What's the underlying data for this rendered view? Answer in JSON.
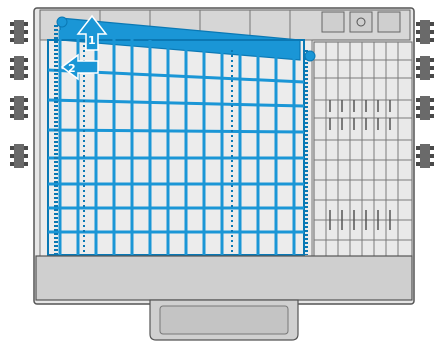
{
  "illustration": {
    "colors": {
      "rack_outline": "#555555",
      "rack_fill": "#d9d9d9",
      "tray_fill": "#cfcfcf",
      "blue_section": "#1a96d6",
      "blue_dark": "#0a78b4",
      "arrow": "#1a96d6",
      "wheel": "#4a4a4a"
    },
    "steps": [
      {
        "number": "1",
        "direction": "up",
        "icon": "arrow-up-icon"
      },
      {
        "number": "2",
        "direction": "left",
        "icon": "arrow-left-icon"
      }
    ]
  }
}
